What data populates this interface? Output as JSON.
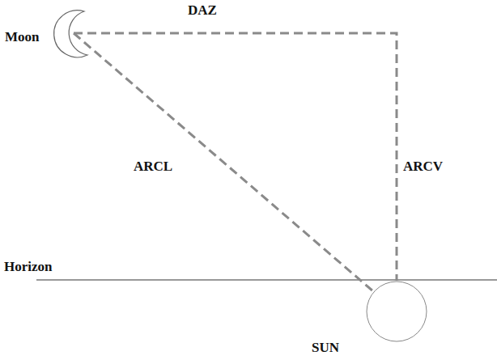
{
  "diagram": {
    "nodes": [
      {
        "text": [
          "Moon"
        ]
      },
      {
        "text": [
          "SUN"
        ]
      }
    ],
    "edges": [
      {
        "from": 0,
        "to": 1,
        "arrow": "none",
        "label": "ARCL"
      },
      {
        "from": 0,
        "to": 1,
        "arrow": "none"
      }
    ],
    "labels": [
      "DAZ",
      "ARCV",
      "Horizon"
    ]
  }
}
